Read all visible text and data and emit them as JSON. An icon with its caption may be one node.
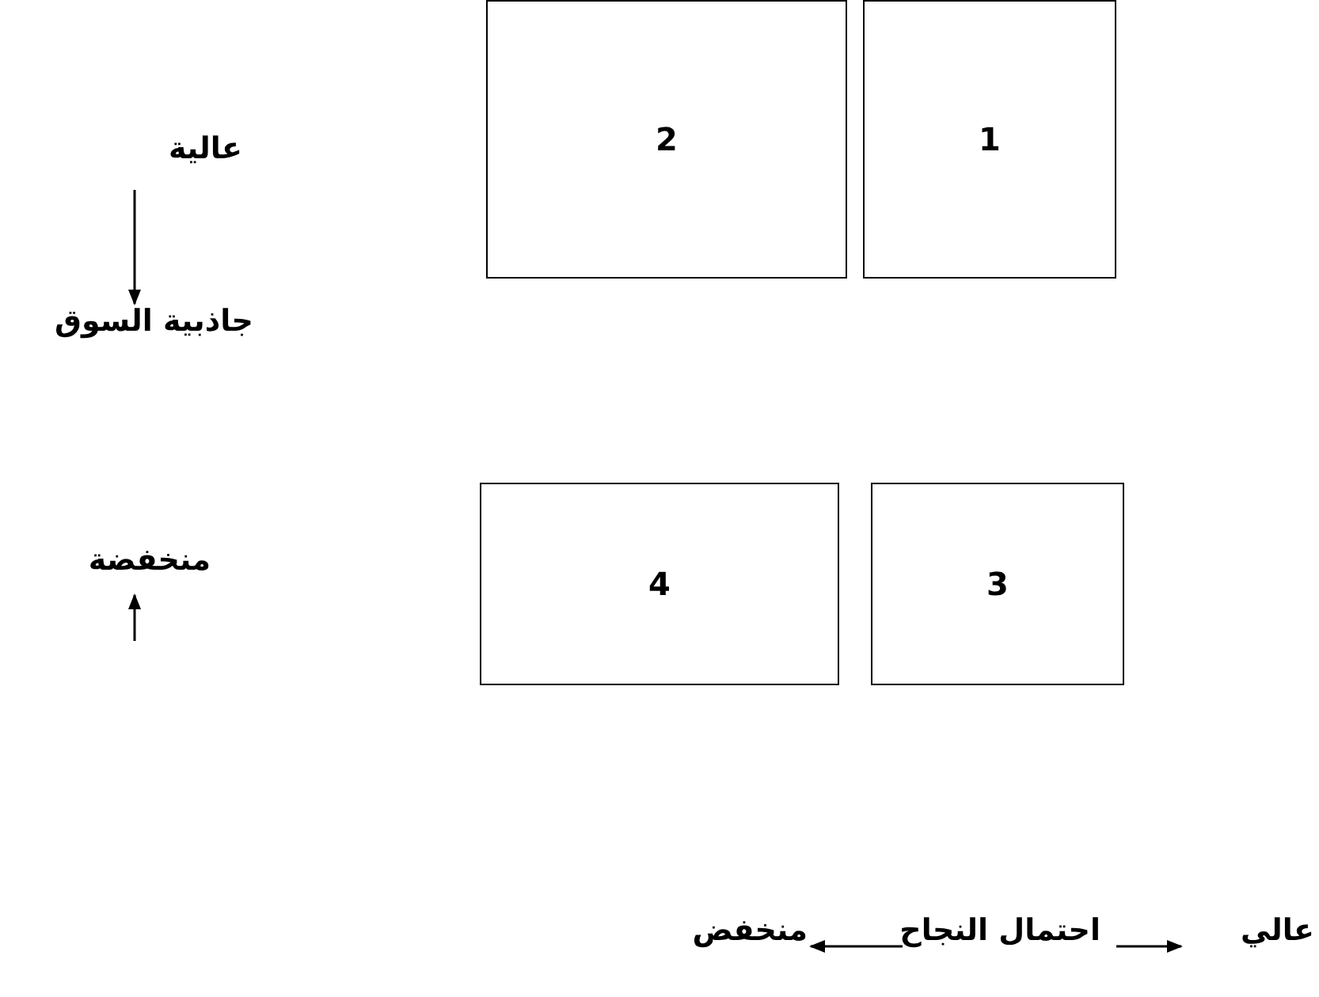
{
  "diagram": {
    "nodes": [
      {
        "text": [
          "1"
        ]
      },
      {
        "text": [
          "2"
        ]
      },
      {
        "text": [
          "3"
        ]
      },
      {
        "text": [
          "4"
        ]
      }
    ],
    "labels": [
      "عالية",
      "جاذبية السوق",
      "منخفضة",
      "عالي",
      "احتمال النجاح",
      "منخفض"
    ]
  }
}
